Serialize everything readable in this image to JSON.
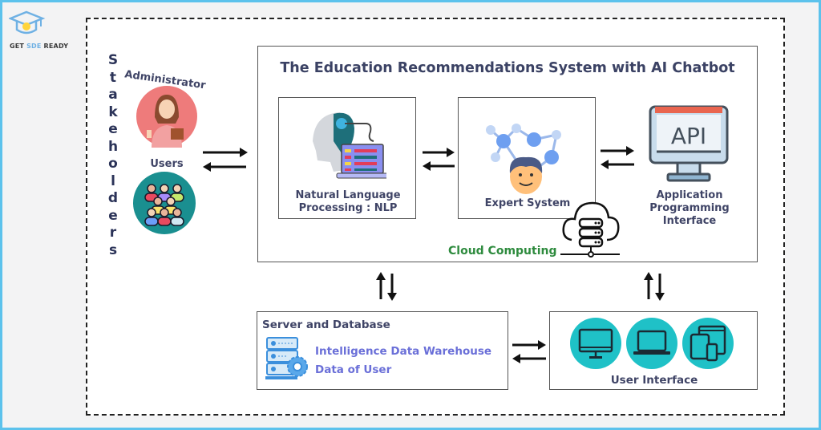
{
  "logo": {
    "part1": "GET ",
    "part2": "SDE",
    "part3": " READY"
  },
  "stakeholders": {
    "vertical_label": "Stakeholders",
    "letters": [
      "S",
      "t",
      "a",
      "k",
      "e",
      "h",
      "o",
      "l",
      "d",
      "e",
      "r",
      "s"
    ],
    "administrator_label": "Administrator",
    "users_label": "Users"
  },
  "system": {
    "title": "The Education Recommendations System with AI Chatbot",
    "nlp_label_line1": "Natural Language",
    "nlp_label_line2": "Processing : NLP",
    "expert_label": "Expert System",
    "api_label_line1": "Application",
    "api_label_line2": "Programming",
    "api_label_line3": "Interface",
    "api_screen_text": "API",
    "cloud_label": "Cloud Computing"
  },
  "server": {
    "title": "Server and Database",
    "line1": "Intelligence Data Warehouse",
    "line2": "Data of User"
  },
  "user_interface": {
    "label": "User Interface",
    "devices": [
      "desktop-icon",
      "laptop-icon",
      "tablet-phone-icon"
    ]
  },
  "colors": {
    "border_accent": "#5cc2ec",
    "title_text": "#3b4264",
    "cloud_green": "#2e8b3e",
    "server_text": "#6a6fd8",
    "teal": "#1aa7b0",
    "admin_pink": "#ee7b7b"
  }
}
